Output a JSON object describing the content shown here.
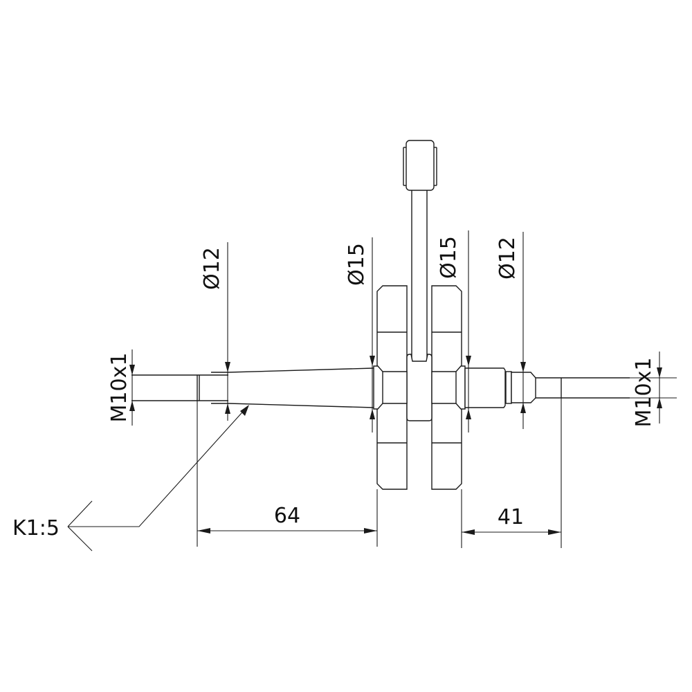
{
  "drawing": {
    "type": "technical-drawing",
    "subject": "shaft with two wheels and lever",
    "dimensions": {
      "left_thread": "M10x1",
      "right_thread": "M10x1",
      "left_diameter": "Ø12",
      "left_wheel_diameter": "Ø15",
      "right_wheel_diameter": "Ø15",
      "right_diameter": "Ø12",
      "left_length": "64",
      "right_length": "41",
      "taper": "K1:5"
    }
  }
}
